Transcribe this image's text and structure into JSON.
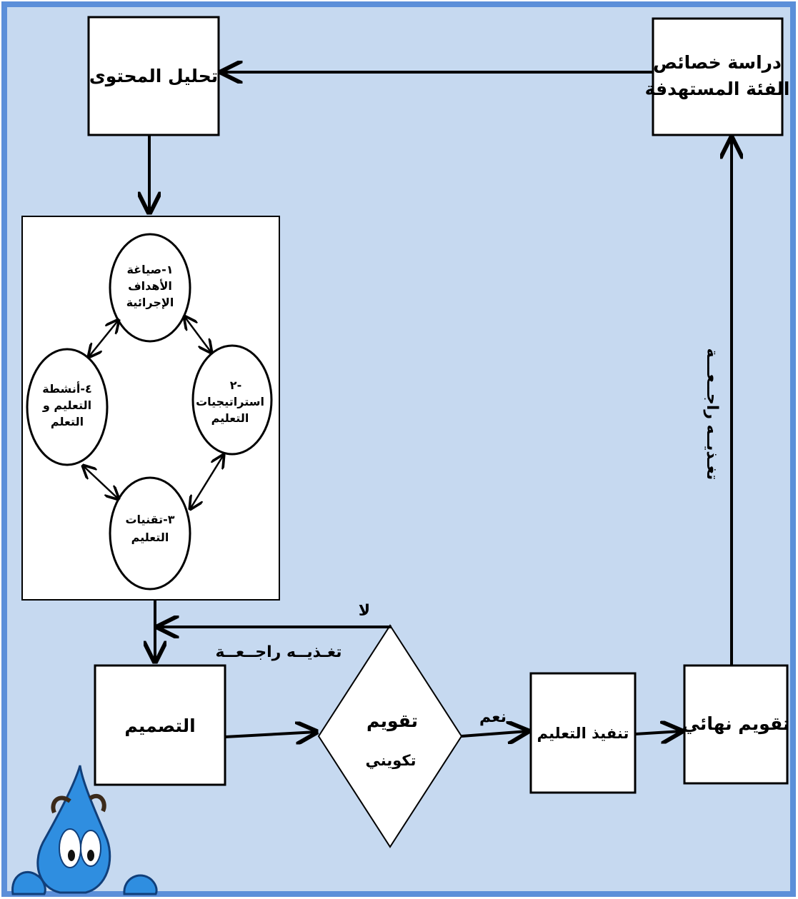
{
  "boxes": {
    "study": {
      "line1": "دراسة خصائص",
      "line2": "الفئة المستهدفة"
    },
    "analysis": "تحليل المحتوى",
    "design": "التصميم",
    "formative": {
      "line1": "تقويم",
      "line2": "تكويني"
    },
    "implementation": "تنفيذ التعليم",
    "final": "تقويم نهائي"
  },
  "cycle": {
    "objectives": [
      "١-صياغة",
      "الأهداف",
      "الإجرائية"
    ],
    "strategies": [
      "٢-",
      "استراتيجيات",
      "التعليم"
    ],
    "technologies": [
      "٣-تقنيات",
      "التعليم"
    ],
    "activities": [
      "٤-أنشطة",
      "التعليم و",
      "التعلم"
    ]
  },
  "labels": {
    "no": "لا",
    "yes": "نعم",
    "feedback_design": "تغـذيــه راجــعــة",
    "feedback_final": "تغـذيــه راجــعـــة"
  },
  "colors": {
    "background": "#c6d9f0",
    "frame": "#5b8fd9",
    "line": "#000000",
    "box": "#ffffff"
  }
}
